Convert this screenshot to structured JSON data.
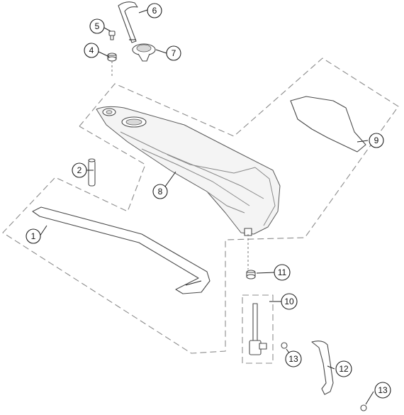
{
  "callouts": [
    {
      "id": "c1",
      "label": "1"
    },
    {
      "id": "c2",
      "label": "2"
    },
    {
      "id": "c4",
      "label": "4"
    },
    {
      "id": "c5",
      "label": "5"
    },
    {
      "id": "c6",
      "label": "6"
    },
    {
      "id": "c7",
      "label": "7"
    },
    {
      "id": "c8",
      "label": "8"
    },
    {
      "id": "c9",
      "label": "9"
    },
    {
      "id": "c10",
      "label": "10"
    },
    {
      "id": "c11",
      "label": "11"
    },
    {
      "id": "c12",
      "label": "12"
    },
    {
      "id": "c13a",
      "label": "13"
    },
    {
      "id": "c13b",
      "label": "13"
    }
  ]
}
